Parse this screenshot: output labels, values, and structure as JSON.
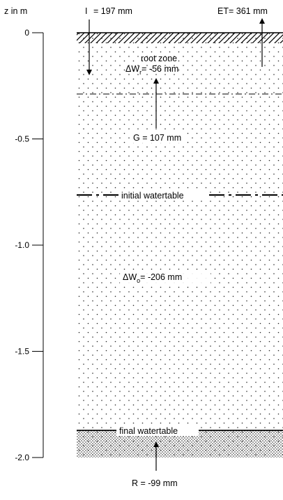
{
  "axis": {
    "label": "z in m",
    "ticks": [
      {
        "value": 0,
        "label": "0"
      },
      {
        "value": -0.5,
        "label": "-0.5"
      },
      {
        "value": -1.0,
        "label": "-1.0"
      },
      {
        "value": -1.5,
        "label": "-1.5"
      },
      {
        "value": -2.0,
        "label": "-2.0"
      }
    ]
  },
  "fluxes": {
    "irrigation": {
      "symbol": "I",
      "text": "= 197 mm",
      "value_mm": 197
    },
    "evapotranspiration": {
      "text": "ET= 361 mm",
      "value_mm": 361
    },
    "capillary_rise": {
      "text": "G = 107 mm",
      "value_mm": 107
    },
    "recharge": {
      "text": "R = -99 mm",
      "value_mm": -99
    }
  },
  "zones": {
    "root_zone": {
      "label": "root zone",
      "depth_m": -0.28
    },
    "root_storage": {
      "prefix": "ΔW",
      "subscript": "r",
      "text": "= -56 mm",
      "value_mm": -56
    },
    "initial_watertable": {
      "label": "initial watertable",
      "depth_m": -0.72
    },
    "storage_change": {
      "prefix": "ΔW",
      "subscript": "o",
      "text": "= -206 mm",
      "value_mm": -206
    },
    "final_watertable": {
      "label": "final watertable",
      "depth_m": -1.8
    }
  }
}
